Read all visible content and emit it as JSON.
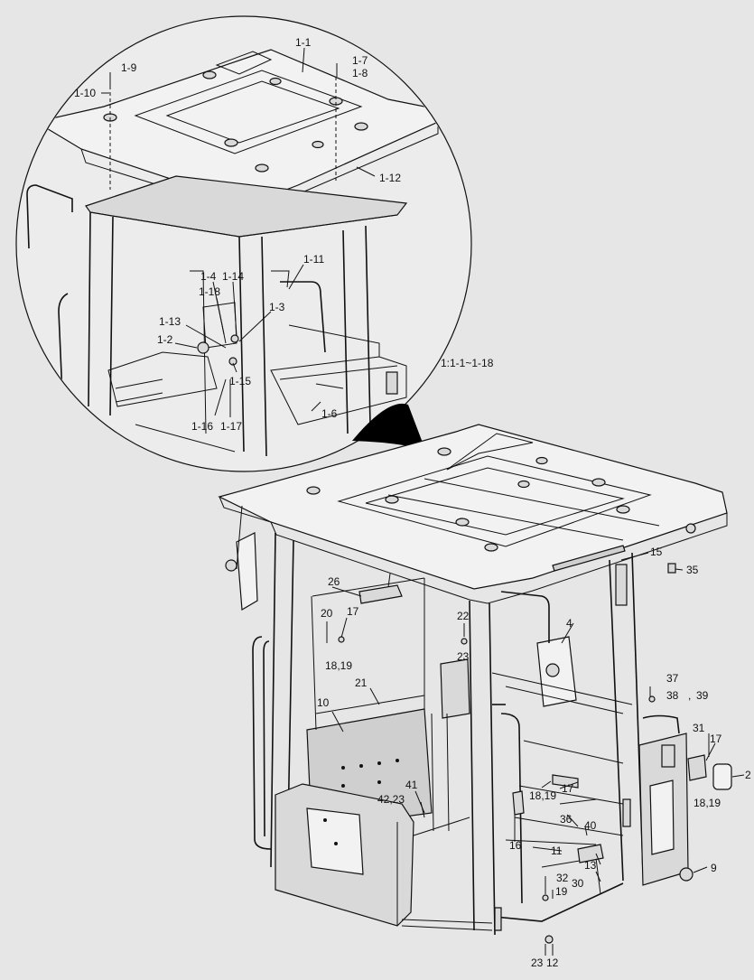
{
  "inset_label": "1:1-1~1-18",
  "detail_callouts": [
    {
      "id": "c-1-1",
      "text": "1-1"
    },
    {
      "id": "c-1-9",
      "text": "1-9"
    },
    {
      "id": "c-1-10",
      "text": "1-10"
    },
    {
      "id": "c-1-7",
      "text": "1-7"
    },
    {
      "id": "c-1-8",
      "text": "1-8"
    },
    {
      "id": "c-1-12",
      "text": "1-12"
    },
    {
      "id": "c-1-11",
      "text": "1-11"
    },
    {
      "id": "c-1-4",
      "text": "1-4"
    },
    {
      "id": "c-1-14",
      "text": "1-14"
    },
    {
      "id": "c-1-18",
      "text": "1-18"
    },
    {
      "id": "c-1-3",
      "text": "1-3"
    },
    {
      "id": "c-1-13",
      "text": "1-13"
    },
    {
      "id": "c-1-2",
      "text": "1-2"
    },
    {
      "id": "c-1-15",
      "text": "1-15"
    },
    {
      "id": "c-1-6",
      "text": "1-6"
    },
    {
      "id": "c-1-16",
      "text": "1-16"
    },
    {
      "id": "c-1-17",
      "text": "1-17"
    }
  ],
  "main_callouts": [
    {
      "id": "m-15",
      "text": "15"
    },
    {
      "id": "m-35",
      "text": "35"
    },
    {
      "id": "m-26",
      "text": "26"
    },
    {
      "id": "m-20",
      "text": "20"
    },
    {
      "id": "m-17a",
      "text": "17"
    },
    {
      "id": "m-1819a",
      "text": "18,19"
    },
    {
      "id": "m-22",
      "text": "22"
    },
    {
      "id": "m-23a",
      "text": "23"
    },
    {
      "id": "m-4",
      "text": "4"
    },
    {
      "id": "m-21",
      "text": "21"
    },
    {
      "id": "m-10",
      "text": "10"
    },
    {
      "id": "m-37",
      "text": "37"
    },
    {
      "id": "m-38",
      "text": "38"
    },
    {
      "id": "m-comma",
      "text": ","
    },
    {
      "id": "m-39",
      "text": "39"
    },
    {
      "id": "m-31",
      "text": "31"
    },
    {
      "id": "m-17b",
      "text": "17"
    },
    {
      "id": "m-2",
      "text": "2"
    },
    {
      "id": "m-1819b",
      "text": "18,19"
    },
    {
      "id": "m-1819c",
      "text": "18,19"
    },
    {
      "id": "m-17c",
      "text": "17"
    },
    {
      "id": "m-41",
      "text": "41"
    },
    {
      "id": "m-4223",
      "text": "42,23"
    },
    {
      "id": "m-36",
      "text": "36"
    },
    {
      "id": "m-40",
      "text": "40"
    },
    {
      "id": "m-16",
      "text": "16"
    },
    {
      "id": "m-11",
      "text": "11"
    },
    {
      "id": "m-13",
      "text": "13"
    },
    {
      "id": "m-30",
      "text": "30"
    },
    {
      "id": "m-32",
      "text": "32"
    },
    {
      "id": "m-19",
      "text": "19"
    },
    {
      "id": "m-9",
      "text": "9"
    },
    {
      "id": "m-23b",
      "text": "23"
    },
    {
      "id": "m-12",
      "text": "12"
    }
  ]
}
